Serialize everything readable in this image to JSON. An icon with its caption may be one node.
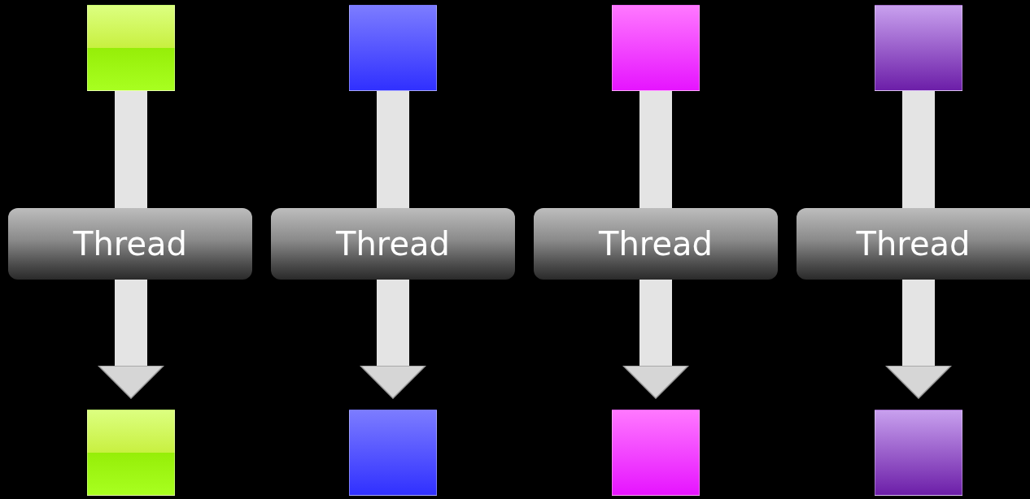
{
  "diagram": {
    "nodes": [
      {
        "text": [],
        "shape": "box"
      },
      {
        "text": [],
        "shape": "box"
      },
      {
        "text": [],
        "shape": "box"
      },
      {
        "text": [],
        "shape": "box"
      },
      {
        "text": [
          "Thread"
        ]
      },
      {
        "text": [
          "Thread"
        ]
      },
      {
        "text": [
          "Thread"
        ]
      },
      {
        "text": [
          "Thread"
        ]
      },
      {
        "text": [],
        "shape": "box"
      },
      {
        "text": [],
        "shape": "box"
      },
      {
        "text": [],
        "shape": "box"
      },
      {
        "text": [],
        "shape": "box"
      }
    ],
    "edges": [
      {
        "from": 0,
        "to": 4,
        "arrow": "none"
      },
      {
        "from": 1,
        "to": 5,
        "arrow": "none"
      },
      {
        "from": 2,
        "to": 6,
        "arrow": "none"
      },
      {
        "from": 3,
        "to": 7,
        "arrow": "none"
      },
      {
        "from": 4,
        "to": 8,
        "arrow": "to"
      },
      {
        "from": 5,
        "to": 9,
        "arrow": "to"
      },
      {
        "from": 6,
        "to": 10,
        "arrow": "to"
      },
      {
        "from": 7,
        "to": 11,
        "arrow": "to"
      }
    ]
  }
}
